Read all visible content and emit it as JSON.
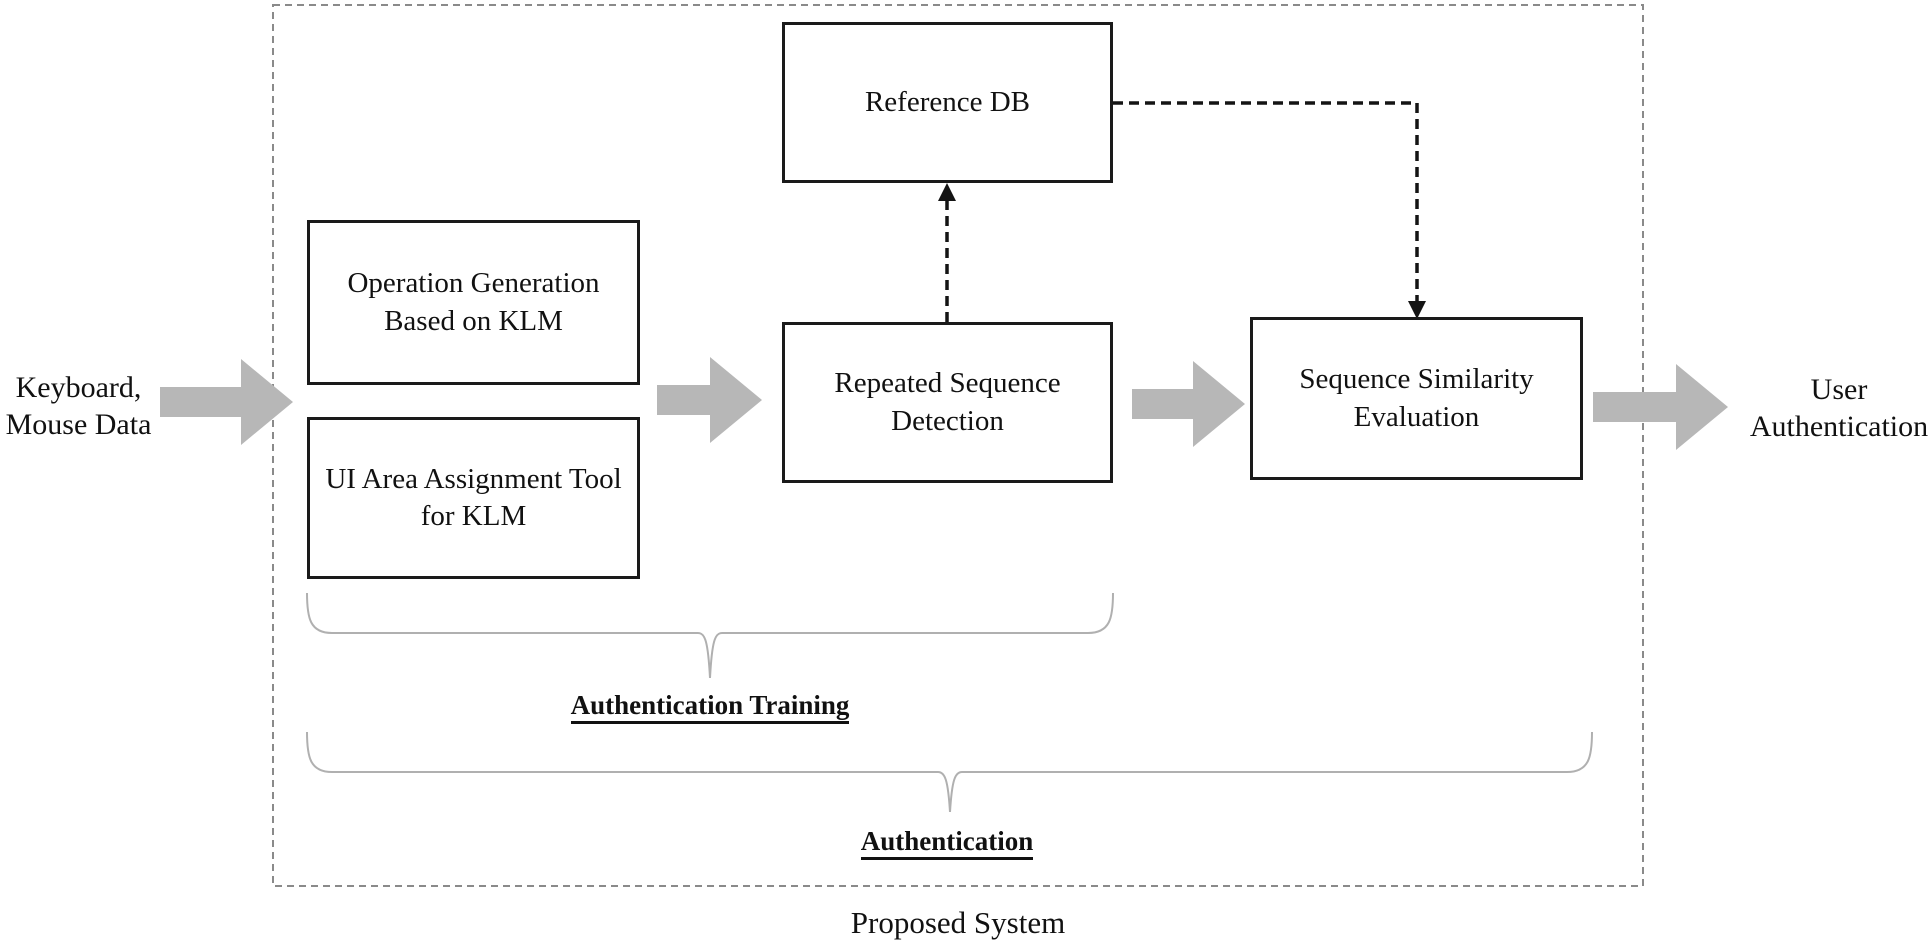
{
  "figure": {
    "caption": "Proposed System",
    "input": {
      "line1": "Keyboard,",
      "line2": "Mouse Data"
    },
    "output": {
      "line1": "User",
      "line2": "Authentication"
    },
    "boxes": {
      "reference_db": "Reference DB",
      "operation_generation": "Operation Generation Based on KLM",
      "ui_area_tool": "UI Area Assignment Tool for KLM",
      "repeated_sequence_detection": "Repeated Sequence Detection",
      "sequence_similarity_evaluation": "Sequence Similarity Evaluation"
    },
    "brace_labels": {
      "training": "Authentication Training",
      "authentication": "Authentication"
    }
  },
  "colors": {
    "arrow-gray": "#b7b7b7",
    "brace-gray": "#b0b0b0",
    "box-border": "#1a1a1a",
    "boundary-gray": "#8a8a8a",
    "connector-black": "#141414"
  }
}
